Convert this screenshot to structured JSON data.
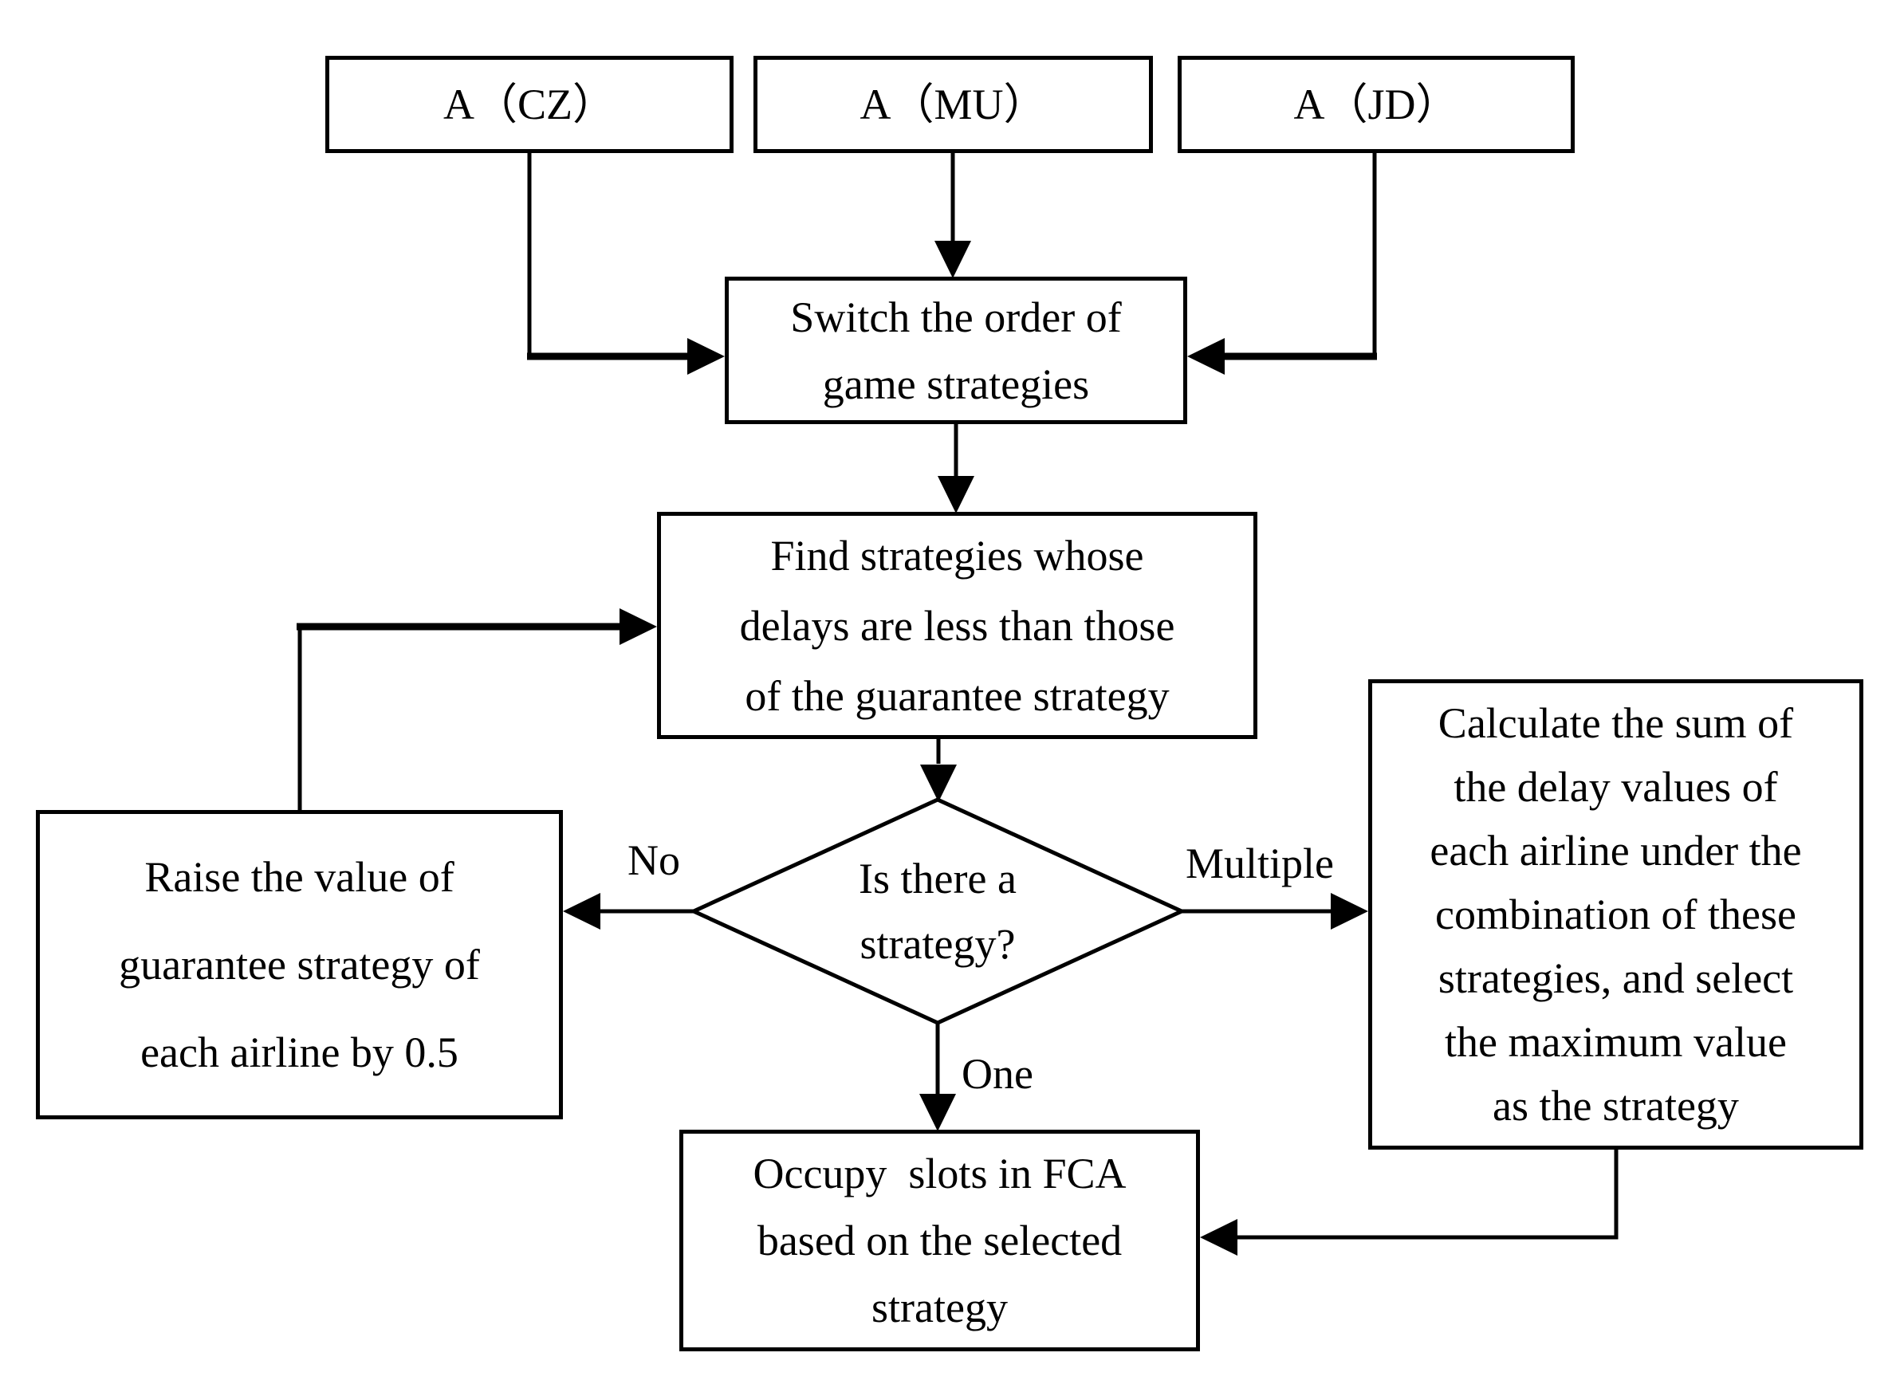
{
  "diagram": {
    "type": "flowchart",
    "colors": {
      "line": "#000000",
      "background": "#ffffff",
      "box_fill": "#ffffff"
    },
    "nodes": {
      "cz": {
        "label": "A（CZ）"
      },
      "mu": {
        "label": "A（MU）"
      },
      "jd": {
        "label": "A（JD）"
      },
      "switch": {
        "label": "Switch the order of\ngame strategies"
      },
      "find": {
        "label": "Find strategies whose\ndelays are less than those\nof the guarantee strategy"
      },
      "raise": {
        "label": "Raise the value of\nguarantee strategy of\neach airline by 0.5"
      },
      "decision": {
        "label": "Is there a\nstrategy?"
      },
      "calculate": {
        "label": "Calculate the sum of\nthe delay values of\neach airline under the\ncombination of these\nstrategies, and select\nthe maximum value\nas the strategy"
      },
      "occupy": {
        "label": "Occupy  slots in FCA\nbased on the selected\nstrategy"
      }
    },
    "edge_labels": {
      "no": "No",
      "one": "One",
      "multiple": "Multiple"
    }
  }
}
